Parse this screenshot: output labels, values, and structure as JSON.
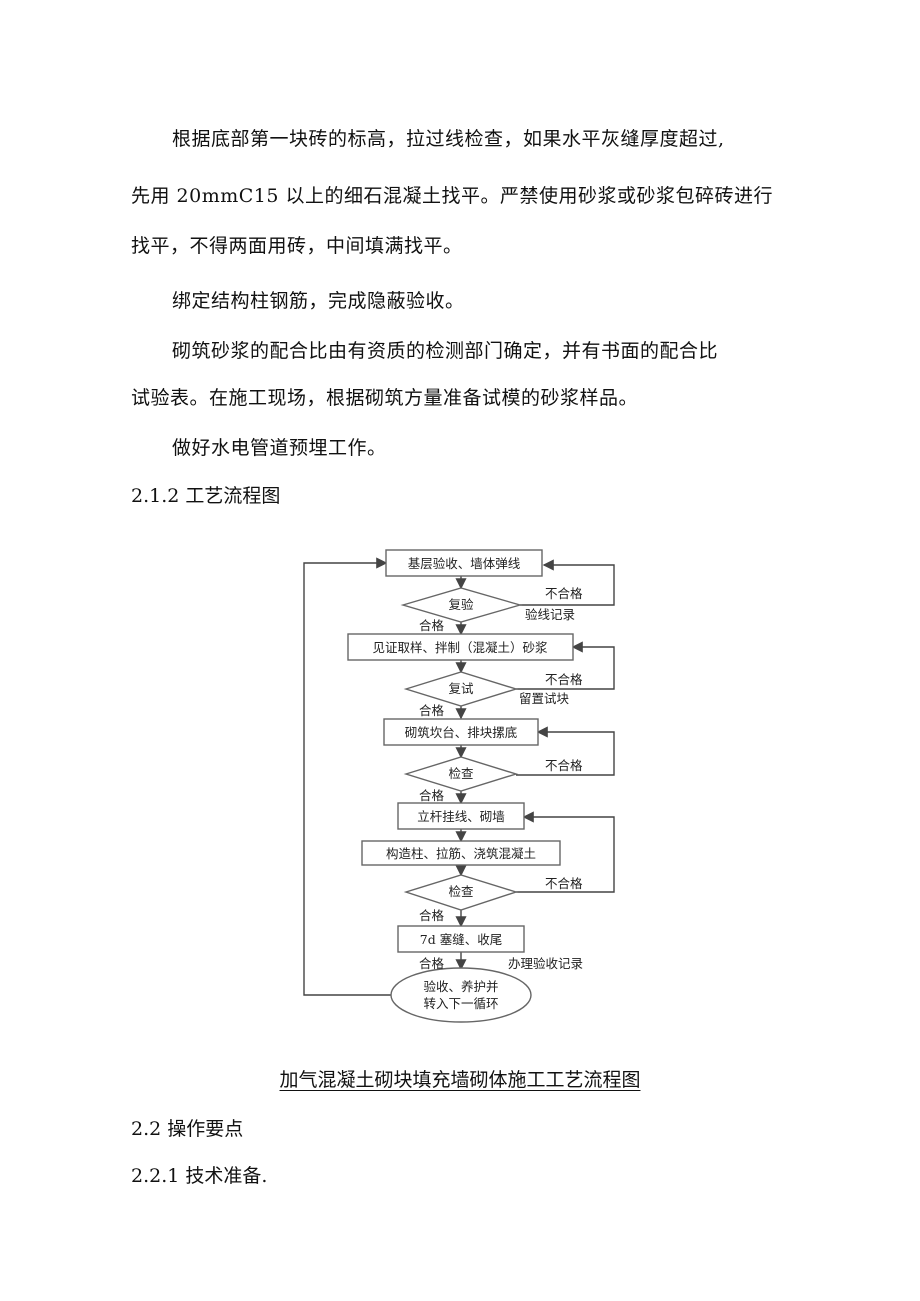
{
  "body": {
    "p1_line1": "根据底部第一块砖的标高，拉过线检查，如果水平灰缝厚度超过,",
    "p1_line2": "先用 20mmC15 以上的细石混凝土找平。严禁使用砂浆或砂浆包碎砖进行",
    "p1_line3": "找平，不得两面用砖，中间填满找平。",
    "p2": "绑定结构柱钢筋，完成隐蔽验收。",
    "p3_line1": "砌筑砂浆的配合比由有资质的检测部门确定，并有书面的配合比",
    "p3_line2": "试验表。在施工现场，根据砌筑方量准备试模的砂浆样品。",
    "p4": "做好水电管道预埋工作。"
  },
  "headings": {
    "h_212": "2.1.2  工艺流程图",
    "h_22": "2.2  操作要点",
    "h_221": "2.2.1  技术准备."
  },
  "flowchart": {
    "box1": "基层验收、墙体弹线",
    "check1": "复验",
    "fail1": "不合格",
    "record1": "验线记录",
    "pass1": "合格",
    "box2": "见证取样、拌制（混凝土）砂浆",
    "check2": "复试",
    "fail2": "不合格",
    "record2": "留置试块",
    "pass2": "合格",
    "box3": "砌筑坎台、排块摞底",
    "check3": "检查",
    "fail3": "不合格",
    "pass3": "合格",
    "box4": "立杆挂线、砌墙",
    "box5": "构造柱、拉筋、浇筑混凝土",
    "check4": "检查",
    "fail4": "不合格",
    "pass4": "合格",
    "box6": "7d 塞缝、收尾",
    "pass5": "合格",
    "record5": "办理验收记录",
    "end_line1": "验收、养护并",
    "end_line2": "转入下一循环"
  },
  "caption": "加气混凝土砌块填充墙砌体施工工艺流程图"
}
